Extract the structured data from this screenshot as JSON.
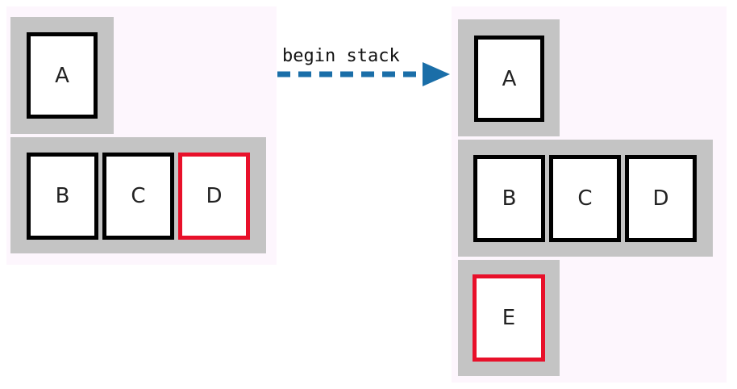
{
  "before": {
    "row1": [
      {
        "label": "A",
        "highlight": false
      }
    ],
    "row2": [
      {
        "label": "B",
        "highlight": false
      },
      {
        "label": "C",
        "highlight": false
      },
      {
        "label": "D",
        "highlight": true
      }
    ]
  },
  "transition": {
    "label": "begin stack"
  },
  "after": {
    "row1": [
      {
        "label": "A",
        "highlight": false
      }
    ],
    "row2": [
      {
        "label": "B",
        "highlight": false
      },
      {
        "label": "C",
        "highlight": false
      },
      {
        "label": "D",
        "highlight": false
      }
    ],
    "row3": [
      {
        "label": "E",
        "highlight": true
      }
    ]
  },
  "colors": {
    "panel_bg": "#fdf6fd",
    "row_bg": "#c4c4c4",
    "card_border": "#000000",
    "highlight_border": "#e8102a",
    "arrow": "#1a6ea8"
  }
}
